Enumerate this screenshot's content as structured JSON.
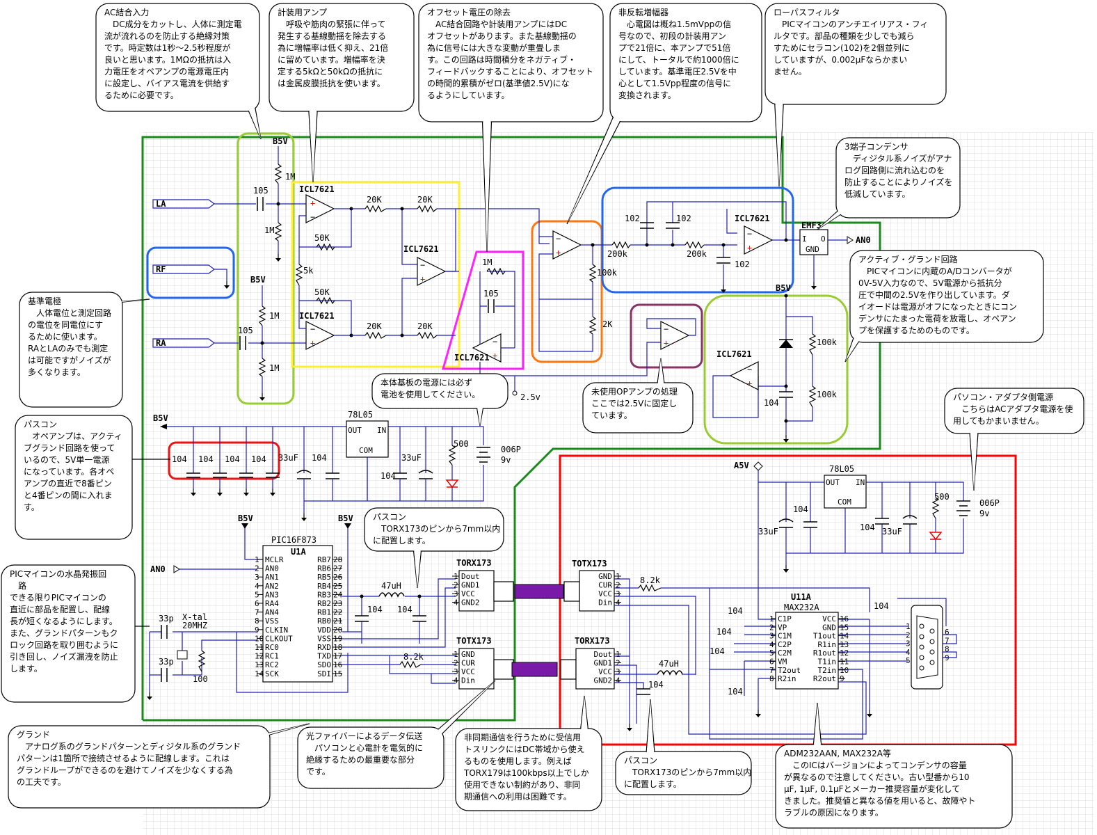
{
  "notes": {
    "ac": {
      "title": "AC結合入力",
      "lines": [
        "DC成分をカットし、人体に測定電",
        "流が流れるのを防止する絶縁対策",
        "です。時定数は1秒～2.5秒程度が",
        "良いと思います。1MΩの抵抗は入",
        "力電圧をオペアンプの電源電圧内",
        "に設定し、バイアス電流を供給す",
        "るために必要です。"
      ]
    },
    "inst": {
      "title": "計装用アンプ",
      "lines": [
        "呼吸や筋肉の緊張に伴って",
        "発生する基線動揺を除去する",
        "為に増幅率は低く抑え、21倍",
        "に留めています。増幅率を決",
        "定する5kΩと50kΩの抵抗に",
        "は金属皮膜抵抗を使います。"
      ]
    },
    "offset": {
      "title": "オフセット電圧の除去",
      "lines": [
        "AC結合回路や計装用アンプにはDC",
        "オフセットがあります。また基線動揺の",
        "為に信号には大きな変動が重畳しま",
        "す。この回路は時間積分をネガティブ・",
        "フィードバックすることにより、オフセット",
        "の時間的累積がゼロ(基準値2.5V)にな",
        "るようにしています。"
      ]
    },
    "noninv": {
      "title": "非反転増幅器",
      "lines": [
        "心電図は概ね1.5mVppの信",
        "号なので、初段の計装用アン",
        "プで21倍に、本アンプで51倍",
        "にして、トータルで約1000倍に",
        "しています。基準電圧2.5Vを中",
        "心として1.5Vpp程度の信号に",
        "変換されます。"
      ]
    },
    "lpf": {
      "title": "ローパスフィルタ",
      "lines": [
        "PICマイコンのアンチエイリアス・フィ",
        "ルタです。部品の種類を少しでも減ら",
        "すためにセラコン(102)を2個並列に",
        "していますが、0.002μFならかまい",
        "ません。"
      ]
    },
    "reg3": {
      "title": "3端子コンデンサ",
      "lines": [
        "ディジタル系ノイズがアナ",
        "ログ回路側に流れ込むのを",
        "防止することによりノイズを",
        "低減しています。"
      ]
    },
    "agnd": {
      "title": "アクティブ・グランド回路",
      "lines": [
        "PICマイコンに内蔵のA/Dコンバータが",
        "0V-5V入力なので、5V電源から抵抗分",
        "圧で中間の2.5Vを作り出しています。ダ",
        "イオードは電源がオフになったときにコン",
        "デンサにたまった電荷を放電し、オペアン",
        "プを保護するためのものです。"
      ]
    },
    "ref": {
      "title": "基準電極",
      "lines": [
        "人体電位と測定回路",
        "の電位を同電位にす",
        "るために使います。",
        "RAとLAのみでも測定",
        "は可能ですがノイズが",
        "多くなります。"
      ]
    },
    "battery": {
      "lines": [
        "本体基板の電源には必ず",
        "電池を使用してください。"
      ]
    },
    "unused": {
      "lines": [
        "未使用OPアンプの処理",
        "ここでは2.5Vに固定し",
        "ています。"
      ]
    },
    "pcpower": {
      "title": "パソコン・アダプタ側電源",
      "lines": [
        "こちらはACアダプタ電源を使",
        "用してもかまいません。"
      ]
    },
    "bypass": {
      "title": "パスコン",
      "lines": [
        "オペアンプは、アクティ",
        "ブグランド回路を使って",
        "いるので、5V単一電源",
        "になっています。各オペ",
        "アンプの直近で8番ピン",
        "と4番ピンの間に入れま",
        "す。"
      ]
    },
    "bypass2": {
      "title": "パスコン",
      "lines": [
        "TORX173のピンから7mm以内",
        "に配置します。"
      ]
    },
    "bypass3": {
      "title": "パスコン",
      "lines": [
        "TORX173のピンから7mm以内",
        "に配置します。"
      ]
    },
    "xtal": {
      "title": "PICマイコンの水晶発振回",
      "lines": [
        "路",
        "できる限りPICマイコンの",
        "直近に部品を配置し、配線",
        "長が短くなるようにします。",
        "また、グランドパターンもク",
        "ロック回路を取り囲むように",
        "引き回し、ノイズ漏洩を防止",
        "します。"
      ]
    },
    "ground": {
      "title": "グランド",
      "lines": [
        "アナログ系のグランドパターンとディジタル系のグランド",
        "パターンは1箇所で接続させるように配線します。これは",
        "グランドループができるのを避けてノイズを少なくする為",
        "の工夫です。"
      ]
    },
    "fiber": {
      "title": "光ファイバーによるデータ伝送",
      "lines": [
        "パソコンと心電計を電気的に",
        "絶縁するための最重要な部分",
        "です。"
      ]
    },
    "async": {
      "lines": [
        "非同期通信を行うために受信用",
        "トスリンクにはDC帯域から使え",
        "るものを使用します。例えば",
        "TORX179は100kbps以上でしか",
        "使用できない制約があり、非同",
        "期通信への利用は困難です。"
      ]
    },
    "adm": {
      "title": "ADM232AAN, MAX232A等",
      "lines": [
        "このICはバージョンによってコンデンサの容量",
        "が異なるので注意してください。古い型番から10",
        "μF, 1μF, 0.1μFとメーカー推奨容量が変化して",
        "きました。推奨値と異なる値を用いると、故障やト",
        "ラブルの原因になります。"
      ]
    }
  },
  "labels": {
    "b5v_1": "B5V",
    "b5v_2": "B5V",
    "b5v_3": "B5V",
    "b5v_4": "B5V",
    "b5v_5": "B5V",
    "b5v_6": "B5V",
    "a5v": "A5V",
    "la": "LA",
    "rf": "RF",
    "ra": "RA",
    "an0_in": "AN0",
    "an0_out": "AN0",
    "v25": "2.5v",
    "icl_1": "ICL7621",
    "icl_2": "ICL7621",
    "icl_3": "ICL7621",
    "icl_4": "ICL7621",
    "icl_5": "ICL7621",
    "icl_6": "ICL7621",
    "r1m_a": "1M",
    "r1m_b": "1M",
    "r1m_c": "1M",
    "r1m_d": "1M",
    "r1m_e": "1M",
    "c105_a": "105",
    "c105_b": "105",
    "c105_c": "105",
    "r20k_a": "20K",
    "r20k_b": "20K",
    "r20k_c": "20K",
    "r20k_d": "20K",
    "r50k_a": "50K",
    "r50k_b": "50K",
    "r5k": "5k",
    "c102_a": "102",
    "c102_b": "102",
    "c102_c": "102",
    "r200k_a": "200k",
    "r200k_b": "200k",
    "r100k_a": "100k",
    "r100k_b": "100k",
    "r100k_c": "100k",
    "r2k": "2K",
    "emf3": "EMF3",
    "emf_i": "I",
    "emf_o": "O",
    "emf_gnd": "GND",
    "reg_a": "78L05",
    "reg_b": "78L05",
    "out": "OUT",
    "in": "IN",
    "com": "COM",
    "c104": "104",
    "c33uf": "33uF",
    "r500": "500",
    "bat": "006P",
    "bat_v": "9v",
    "pic": "PIC16F873",
    "u1a": "U1A",
    "u11a": "U11A",
    "max": "MAX232A",
    "xtal": "X-tal",
    "xtal_f": "20MHZ",
    "c33p": "33p",
    "r100": "100",
    "r82k": "8.2k",
    "l47": "47uH",
    "torx": "TORX173",
    "totx": "TOTX173"
  },
  "pic_left": [
    [
      "1",
      "MCLR"
    ],
    [
      "2",
      "AN0"
    ],
    [
      "3",
      "AN1"
    ],
    [
      "4",
      "AN2"
    ],
    [
      "5",
      "AN3"
    ],
    [
      "6",
      "RA4"
    ],
    [
      "7",
      "AN4"
    ],
    [
      "8",
      "VSS"
    ],
    [
      "9",
      "CLKIN"
    ],
    [
      "10",
      "CLKOUT"
    ],
    [
      "11",
      "RC0"
    ],
    [
      "12",
      "RC1"
    ],
    [
      "13",
      "RC2"
    ],
    [
      "14",
      "SCK"
    ]
  ],
  "pic_right": [
    [
      "28",
      "RB7"
    ],
    [
      "27",
      "RB6"
    ],
    [
      "26",
      "RB5"
    ],
    [
      "25",
      "RB4"
    ],
    [
      "24",
      "RB3"
    ],
    [
      "23",
      "RB2"
    ],
    [
      "22",
      "RB1"
    ],
    [
      "21",
      "RB0"
    ],
    [
      "20",
      "VDD"
    ],
    [
      "19",
      "VSS"
    ],
    [
      "18",
      "RXD"
    ],
    [
      "17",
      "TXD"
    ],
    [
      "16",
      "SDO"
    ],
    [
      "15",
      "SDI"
    ]
  ],
  "torx_pins": [
    [
      "1",
      "Dout"
    ],
    [
      "2",
      "GND1"
    ],
    [
      "3",
      "VCC"
    ],
    [
      "4",
      "GND2"
    ]
  ],
  "totx_pins": [
    [
      "1",
      "GND"
    ],
    [
      "2",
      "CUR"
    ],
    [
      "3",
      "VCC"
    ],
    [
      "4",
      "Din"
    ]
  ],
  "max_left": [
    [
      "1",
      "C1P"
    ],
    [
      "2",
      "VP"
    ],
    [
      "3",
      "C1M"
    ],
    [
      "4",
      "C2P"
    ],
    [
      "5",
      "C2M"
    ],
    [
      "6",
      "VM"
    ],
    [
      "7",
      "T2out"
    ],
    [
      "8",
      "R2in"
    ]
  ],
  "max_right": [
    [
      "16",
      "VCC"
    ],
    [
      "15",
      "GND"
    ],
    [
      "14",
      "T1out"
    ],
    [
      "13",
      "R1in"
    ],
    [
      "12",
      "R1out"
    ],
    [
      "11",
      "T1in"
    ],
    [
      "10",
      "T2in"
    ],
    [
      "9",
      "R2out"
    ]
  ],
  "db9_left": [
    "1",
    "2",
    "3",
    "4",
    "5"
  ],
  "db9_right": [
    "6",
    "7",
    "8",
    "9"
  ],
  "colors": {
    "grid": "#cfcfcf",
    "wire": "#1f1fb4",
    "analog_green": "#1a8a1a",
    "digital_red": "#ff0000",
    "yellow": "#ffee33",
    "lime": "#99cc33",
    "blue_box": "#2266ee",
    "magenta": "#ff22ff",
    "orange": "#ff7711",
    "maroon": "#883366",
    "red_box": "#ee1111",
    "fiber": "#7a1aa8"
  }
}
